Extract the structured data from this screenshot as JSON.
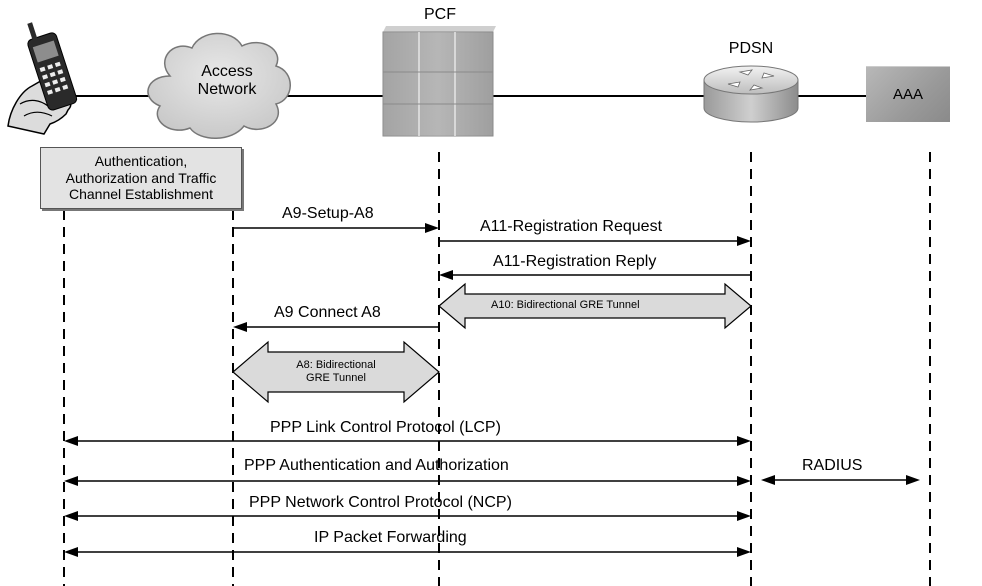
{
  "entities": {
    "access_network": {
      "line1": "Access",
      "line2": "Network"
    },
    "pcf": "PCF",
    "pdsn": "PDSN",
    "aaa": "AAA"
  },
  "auth_box": {
    "line1": "Authentication,",
    "line2": "Authorization and Traffic",
    "line3": "Channel Establishment"
  },
  "messages": {
    "a9_setup": "A9-Setup-A8",
    "a11_request": "A11-Registration Request",
    "a11_reply": "A11-Registration Reply",
    "a10_tunnel": "A10: Bidirectional GRE Tunnel",
    "a9_connect": "A9 Connect A8",
    "a8_tunnel_line1": "A8: Bidirectional",
    "a8_tunnel_line2": "GRE Tunnel",
    "lcp": "PPP Link Control Protocol (LCP)",
    "auth": "PPP Authentication and Authorization",
    "radius": "RADIUS",
    "ncp": "PPP Network Control Protocol (NCP)",
    "ip_forwarding": "IP Packet Forwarding"
  }
}
